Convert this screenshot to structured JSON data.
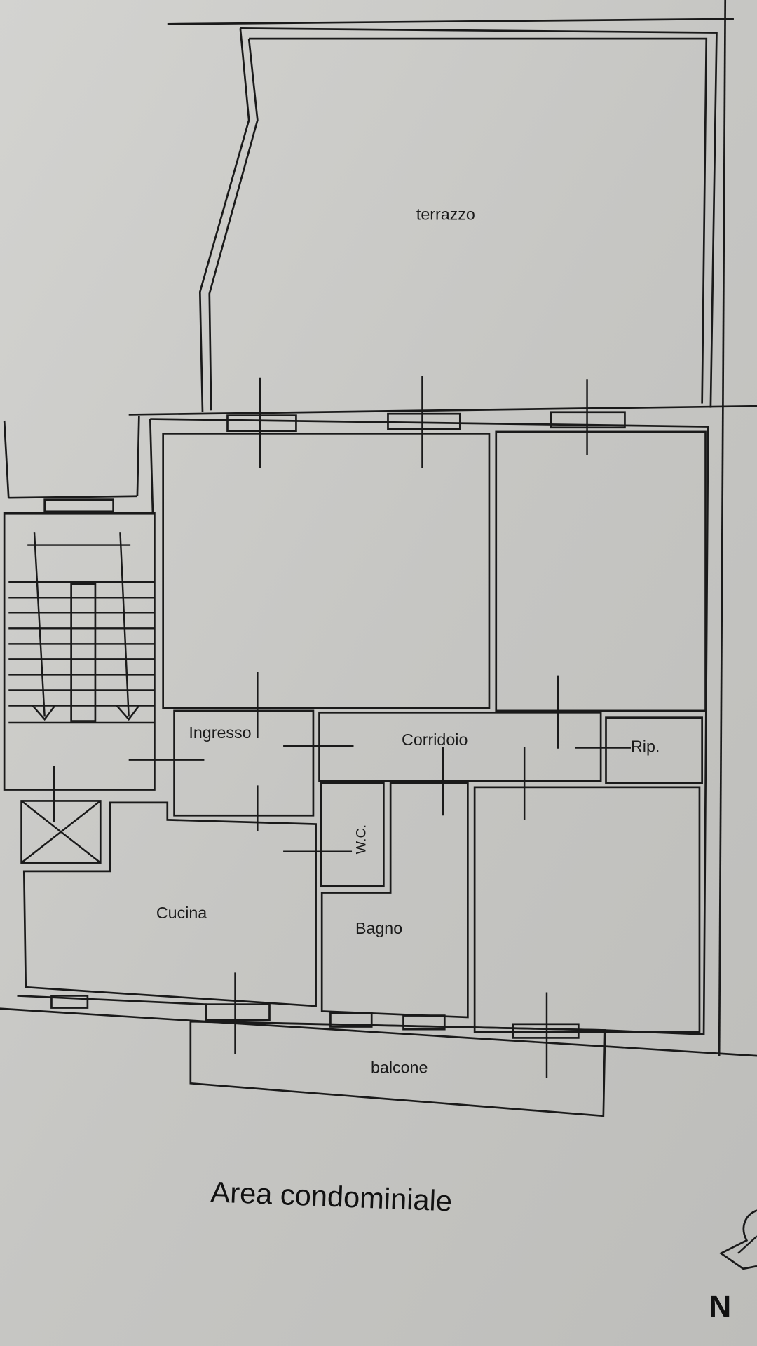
{
  "rooms": {
    "terrazzo": "terrazzo",
    "ingresso": "Ingresso",
    "corridoio": "Corridoio",
    "ripostiglio": "Rip.",
    "wc": "W.C.",
    "cucina": "Cucina",
    "bagno": "Bagno",
    "balcone": "balcone"
  },
  "caption": "Area condominiale",
  "north_label": "N",
  "colors": {
    "paper": "#c9c9c6",
    "ink": "#1a1a1a"
  }
}
